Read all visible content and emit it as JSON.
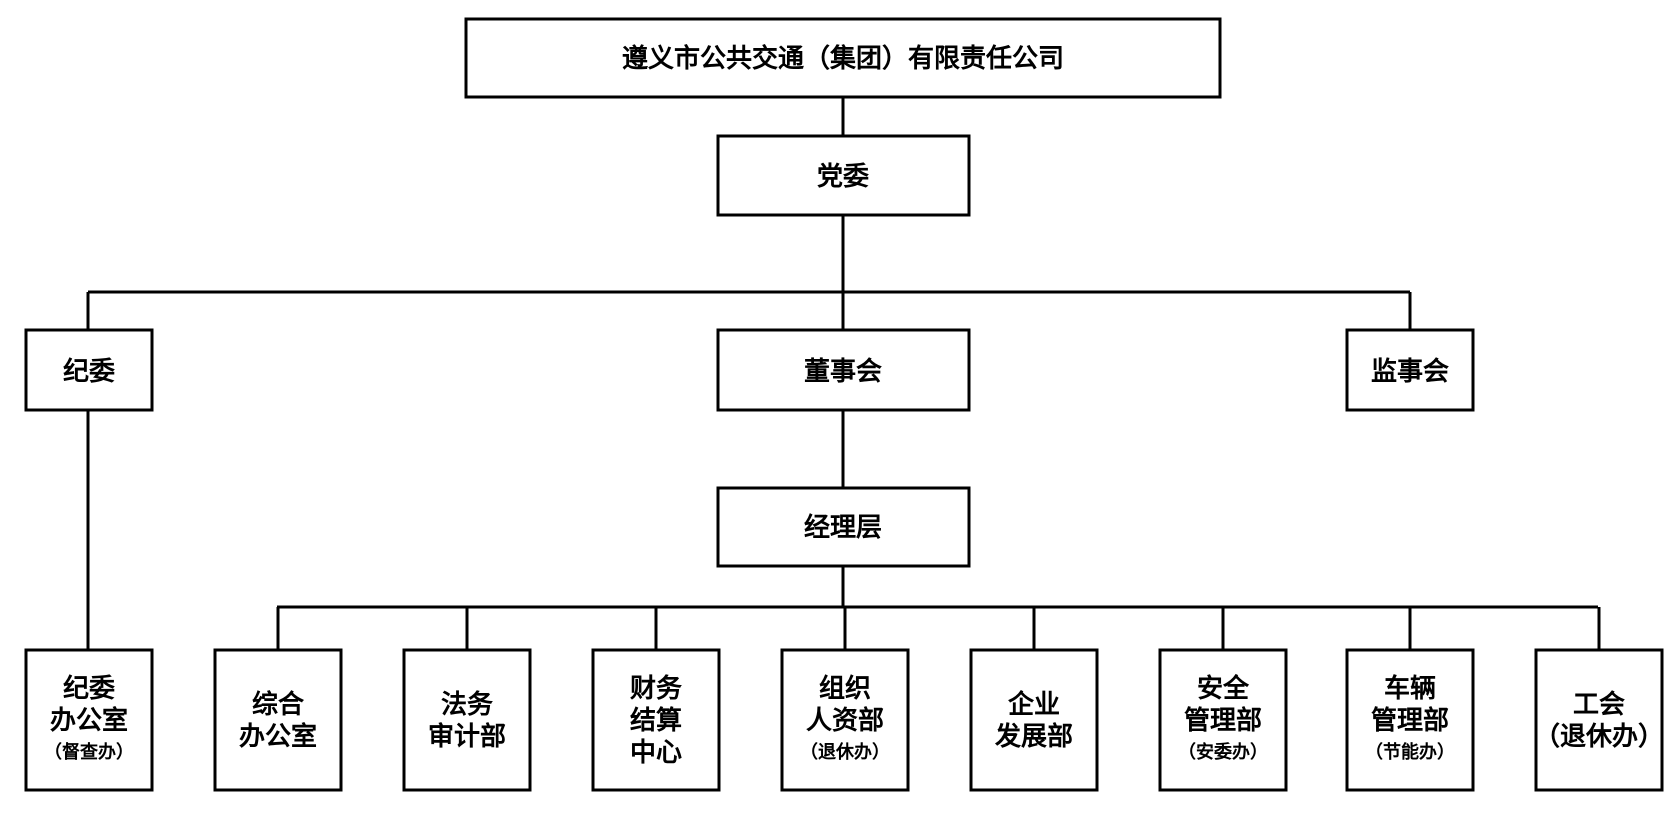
{
  "nodes": {
    "company": "遵义市公共交通（集团）有限责任公司",
    "party_committee": "党委",
    "discipline_committee": "纪委",
    "board": "董事会",
    "supervisory_board": "监事会",
    "management": "经理层"
  },
  "departments": [
    {
      "lines": [
        "纪委",
        "办公室"
      ],
      "note": "（督查办）"
    },
    {
      "lines": [
        "综合",
        "办公室"
      ],
      "note": ""
    },
    {
      "lines": [
        "法务",
        "审计部"
      ],
      "note": ""
    },
    {
      "lines": [
        "财务",
        "结算",
        "中心"
      ],
      "note": ""
    },
    {
      "lines": [
        "组织",
        "人资部"
      ],
      "note": "（退休办）"
    },
    {
      "lines": [
        "企业",
        "发展部"
      ],
      "note": ""
    },
    {
      "lines": [
        "安全",
        "管理部"
      ],
      "note": "（安委办）"
    },
    {
      "lines": [
        "车辆",
        "管理部"
      ],
      "note": "（节能办）"
    },
    {
      "lines": [
        "工会",
        "（退休办）"
      ],
      "note": ""
    }
  ]
}
